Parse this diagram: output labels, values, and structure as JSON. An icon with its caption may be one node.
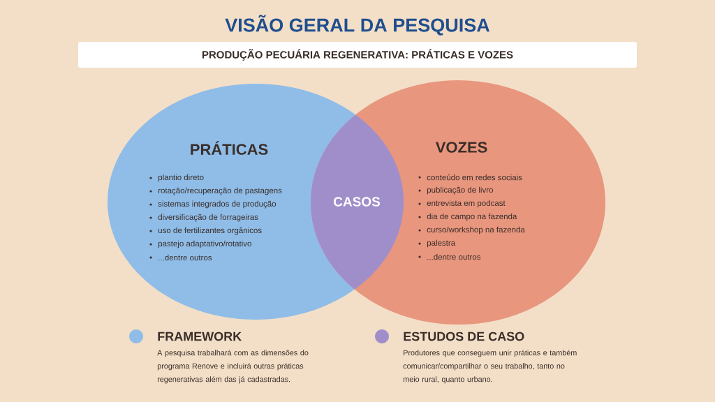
{
  "diagram": {
    "title": "VISÃO GERAL DA PESQUISA",
    "nodes": [
      {
        "text": [
          "PRÁTICAS",
          "plantio direto",
          "rotação/recuperação de pastagens",
          "sistemas integrados de produção",
          "diversificação de forrageiras",
          "uso de fertilizantes orgânicos",
          "pastejo adaptativo/rotativo",
          "...dentre outros"
        ]
      },
      {
        "text": [
          "VOZES",
          "conteúdo em redes sociais",
          "publicação de livro",
          "entrevista em podcast",
          "dia de campo na fazenda",
          "curso/workshop na fazenda",
          "palestra",
          "...dentre outros"
        ]
      },
      {
        "text": [
          "CASOS"
        ]
      }
    ],
    "labels": [
      "PRODUÇÃO PECUÁRIA REGENERATIVA: PRÁTICAS E VOZES",
      "A pesquisa trabalhará com as dimensões do programa Renove e incluirá outras práticas regenerativas além das já cadastradas.",
      "Produtores que conseguem unir práticas e também comunicar/compartilhar o seu trabalho, tanto no meio rural, quanto urbano."
    ],
    "legend": [
      {
        "text": "FRAMEWORK",
        "color": "#8fbde8"
      },
      {
        "text": "ESTUDOS DE CASO",
        "color": "#a08ecb"
      }
    ]
  }
}
